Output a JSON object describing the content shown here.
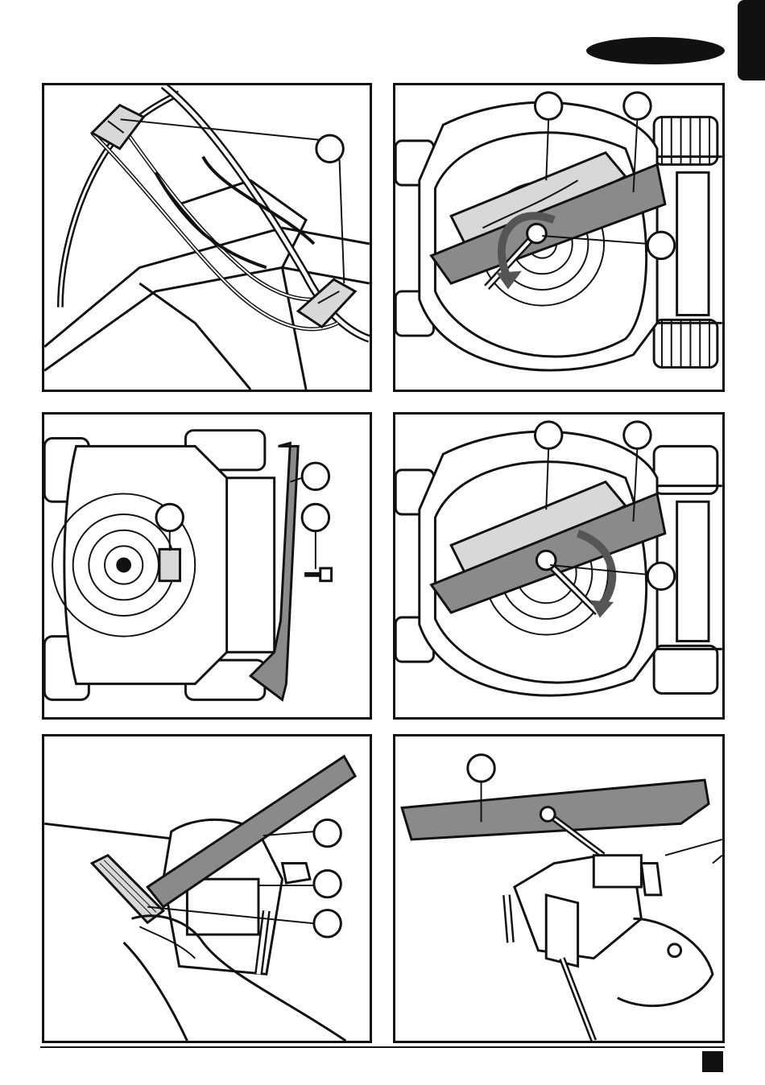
{
  "page": {
    "header_oval": "",
    "side_tab": "",
    "page_number_box": ""
  },
  "figures": [
    {
      "id": "fig-handle-cable-clips",
      "callouts": 1
    },
    {
      "id": "fig-blade-loosen",
      "callouts": 3
    },
    {
      "id": "fig-blade-removed-parts",
      "callouts": 3
    },
    {
      "id": "fig-blade-tighten",
      "callouts": 3
    },
    {
      "id": "fig-blade-sharpen-file",
      "callouts": 3
    },
    {
      "id": "fig-blade-balance-vice",
      "callouts": 1
    }
  ],
  "colors": {
    "ink": "#111111",
    "blade_grey": "#8a8a8a",
    "light_grey": "#d8d8d8"
  }
}
